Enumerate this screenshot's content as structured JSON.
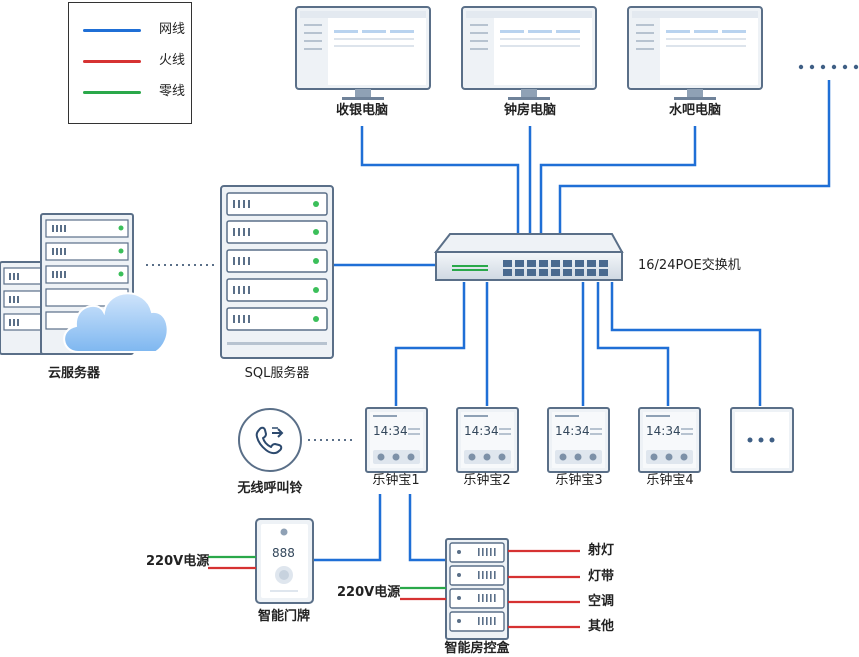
{
  "legend": {
    "network": {
      "label": "网线",
      "color": "#1f6fd6"
    },
    "live": {
      "label": "火线",
      "color": "#d63232"
    },
    "neutral": {
      "label": "零线",
      "color": "#2aa84a"
    }
  },
  "computers": [
    "收银电脑",
    "钟房电脑",
    "水吧电脑"
  ],
  "switch_label": "16/24POE交换机",
  "sql_server_label": "SQL服务器",
  "cloud_server_label": "云服务器",
  "wireless_bell_label": "无线呼叫铃",
  "devices": [
    "乐钟宝1",
    "乐钟宝2",
    "乐钟宝3",
    "乐钟宝4"
  ],
  "device_clock": "14:34",
  "door_plate": {
    "label": "智能门牌",
    "number": "888",
    "power": "220V电源"
  },
  "room_control": {
    "label": "智能房控盒",
    "power": "220V电源",
    "outputs": [
      "射灯",
      "灯带",
      "空调",
      "其他"
    ]
  }
}
